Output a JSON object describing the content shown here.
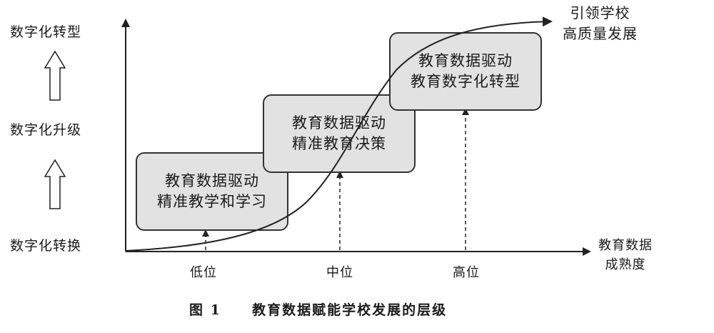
{
  "y_levels": [
    {
      "label": "数字化转型"
    },
    {
      "label": "数字化升级"
    },
    {
      "label": "数字化转换"
    }
  ],
  "top_right_label": [
    "引领学校",
    "高质量发展"
  ],
  "x_axis_title": [
    "教育数据",
    "成熟度"
  ],
  "x_ticks": [
    "低位",
    "中位",
    "高位"
  ],
  "stages": [
    {
      "line1": "教育数据驱动",
      "line2": "精准教学和学习"
    },
    {
      "line1": "教育数据驱动",
      "line2": "精准教育决策"
    },
    {
      "line1": "教育数据驱动",
      "line2": "教育数字化转型"
    }
  ],
  "caption": {
    "number": "图 1",
    "text": "教育数据赋能学校发展的层级"
  },
  "colors": {
    "box_fill": "#e2e2e2",
    "line": "#222222"
  }
}
